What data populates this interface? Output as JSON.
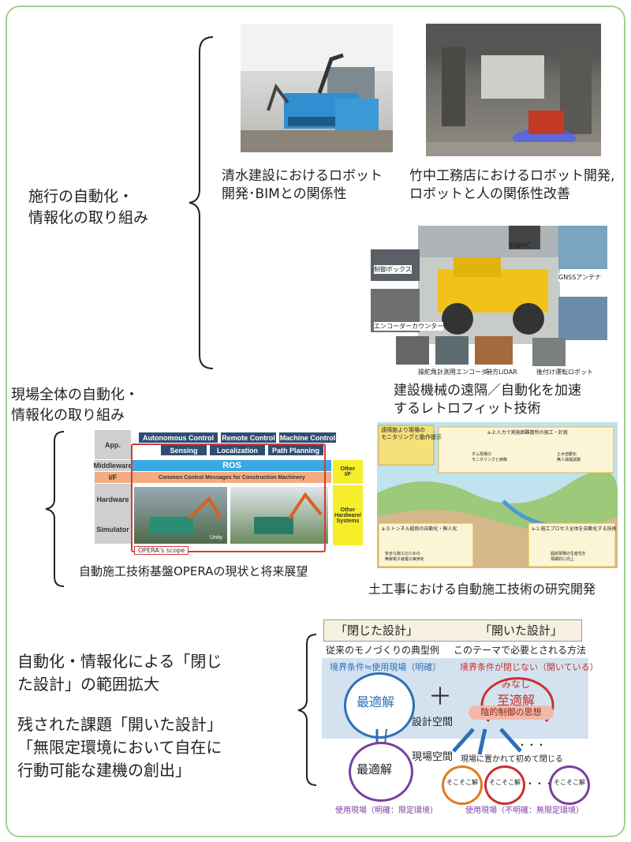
{
  "section1": {
    "heading": "施行の自動化・\n情報化の取り組み",
    "caption_shimizu": "清水建設におけるロボット\n開発･BIMとの関係性",
    "caption_takenaka": "竹中工務店におけるロボット開発,\nロボットと人の関係性改善",
    "caption_retrofit": "建設機械の遠隔／自動化を加速\nするレトロフィット技術",
    "truck_labels": [
      "制御PC",
      "制御ボックス",
      "GNSSアンテナ",
      "エンコーダーカウンター",
      "操舵角計測用エンコーダー",
      "前方LiDAR",
      "後付け運転ロボット"
    ]
  },
  "section2": {
    "heading": "現場全体の自動化・\n情報化の取り組み",
    "opera": {
      "rows": [
        "App.",
        "Middleware",
        "I/F",
        "Hardware",
        "Simulator"
      ],
      "app_buttons": [
        "Autonomous Control",
        "Remote Control",
        "Machine Control"
      ],
      "app_buttons2": [
        "Sensing",
        "Localization",
        "Path Planning"
      ],
      "ros": "ROS",
      "if_text": "Common Control Messages for Construction Machinery",
      "other_if": "Other\nI/F",
      "other_hw": "Other\nHardware/\nSystems",
      "unity": "Unity",
      "scope": "OPERA's scope"
    },
    "caption_opera": "自動施工技術基盤OPERAの現状と将来展望",
    "caption_earthwork": "土工事における自動施工技術の研究開発",
    "map_labels": [
      "遠隔施より現場の\nモニタリングと動作提示",
      "a-2:人力で実施困難箇所の施工・計測",
      "ダム現場の\nモニタリングと映像",
      "土木自動化\n無人操縦試験",
      "a-3:トンネル掘削の自動化・無人化",
      "a-1:施工プロセス全体を自動化する技術",
      "安全な施工のための\n無線電子装置の実用化",
      "掘削現場の生産性を\n飛躍的に向上"
    ]
  },
  "section3": {
    "text1": "自動化・情報化による「閉じ\nた設計」の範囲拡大",
    "text2": "残された課題「開いた設計」\n「無限定環境において自在に\n行動可能な建機の創出」",
    "closed_title": "「閉じた設計」",
    "open_title": "「開いた設計」",
    "closed_sub": "従来のモノづくりの典型例",
    "open_sub": "このテーマで必要とされる方法",
    "closed_cond": "境界条件≒使用現場（明確）",
    "open_cond": "境界条件が閉じない（開いている）",
    "optimal": "最適解",
    "plus": "＋",
    "minashi": "みなし",
    "optimal_open": "至適解",
    "cloud": "陰的制御の思想",
    "design_space": "設計空間",
    "site_space": "現場空間",
    "dots": "・・・",
    "closed_on_site": "現場に置かれて初めて閉じる",
    "sokosoko": [
      "そこそこ解",
      "そこそこ解",
      "そこそこ解"
    ],
    "use_closed": "使用現場（明確：限定環境）",
    "use_open": "使用現場（不明確：無限定環境）"
  },
  "colors": {
    "frame": "#a7d08a",
    "blue": "#2f6fb6",
    "red": "#c8302e",
    "purple": "#7a3fa0",
    "orange": "#e07a1e"
  }
}
